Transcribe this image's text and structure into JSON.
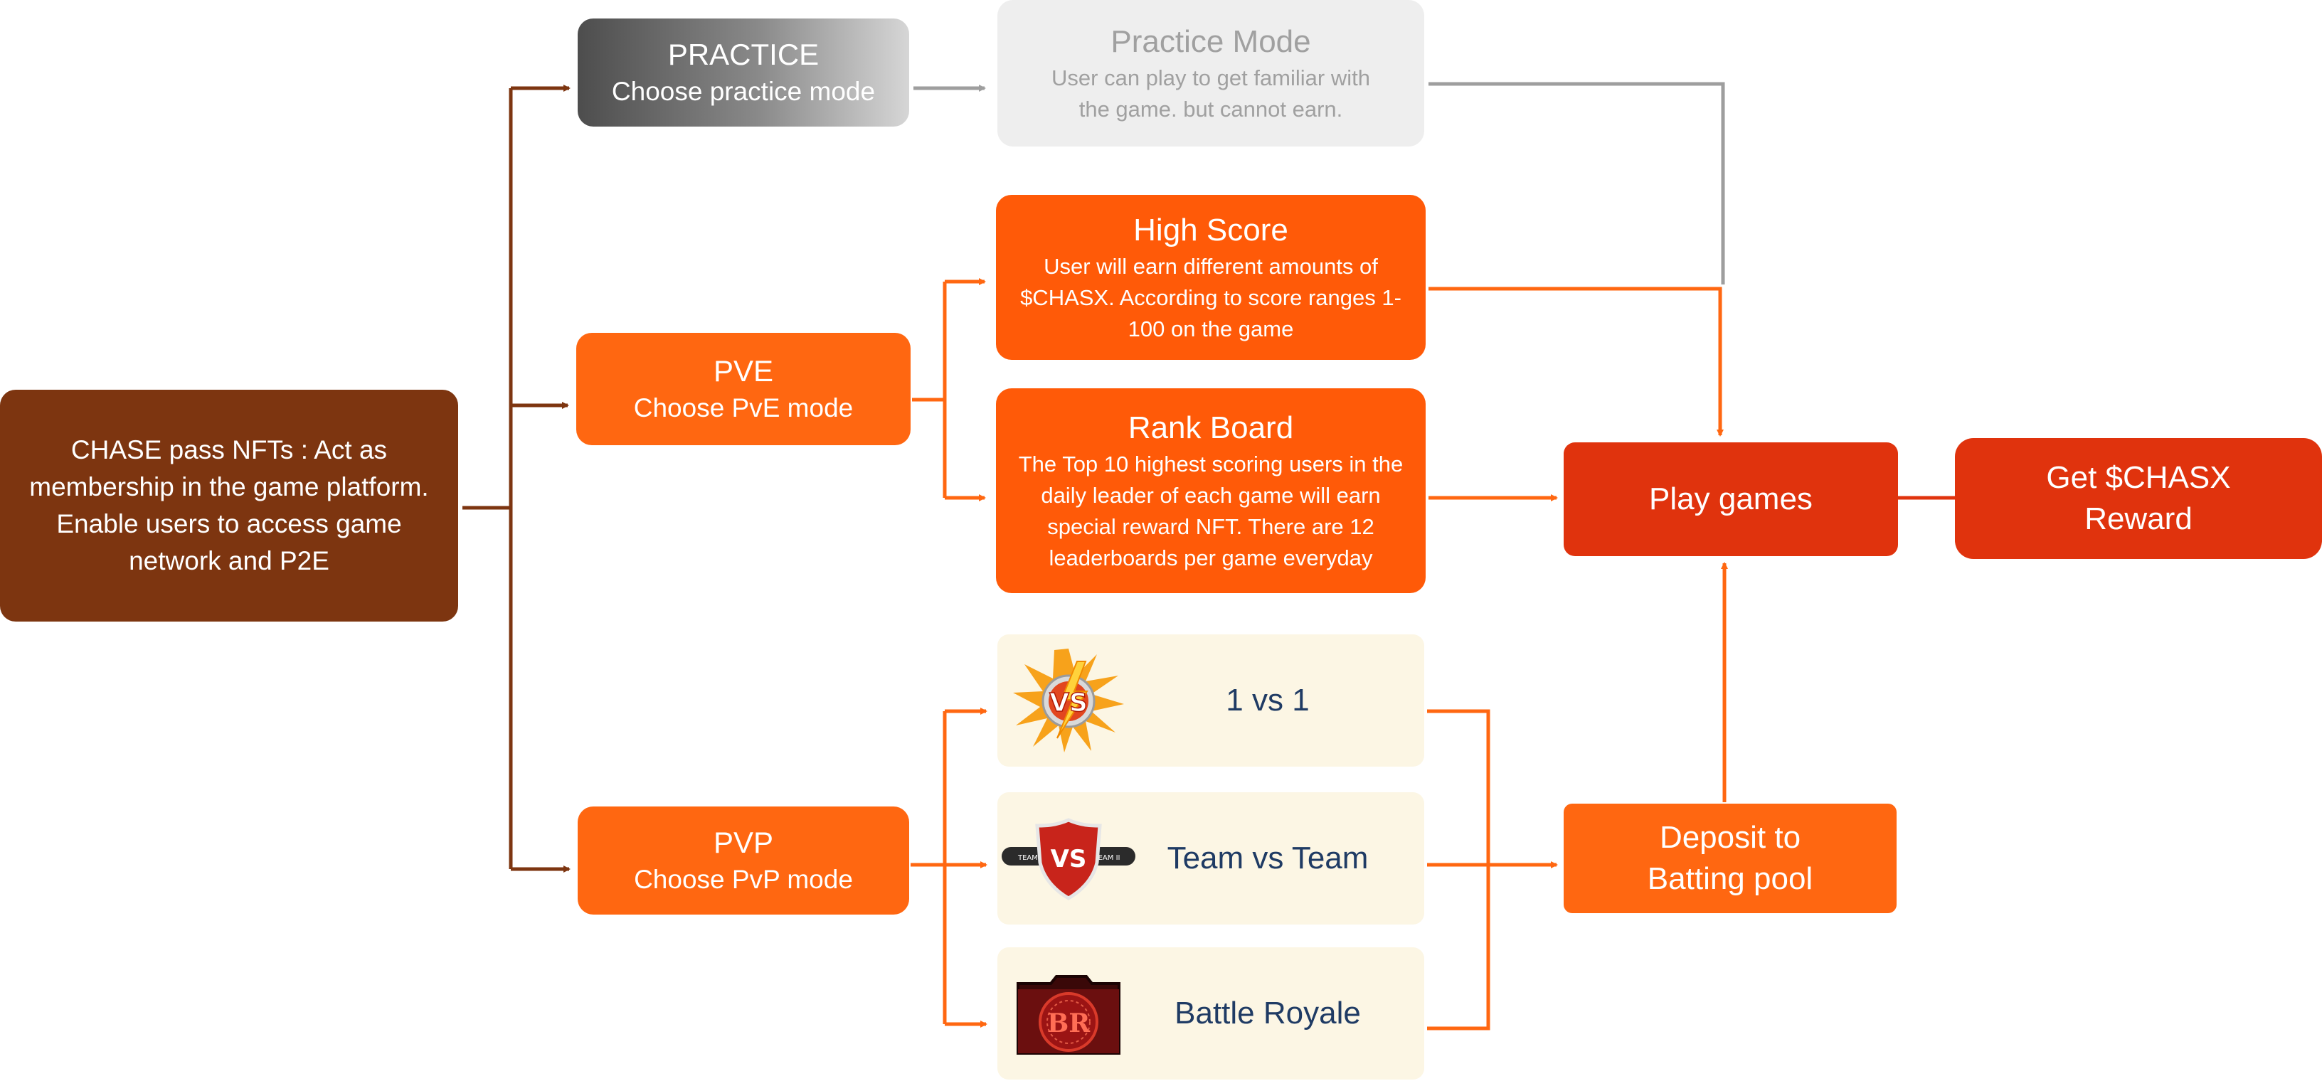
{
  "colors": {
    "root": "#7d3510",
    "root_connector": "#7d3510",
    "orange": "#ff6711",
    "pve_box": "#ff5a08",
    "play_red": "#e0330d",
    "gray_line": "#9e9e9e",
    "option_bg": "#fcf6e4",
    "option_text": "#1f3b64"
  },
  "root": {
    "lines": [
      "CHASE pass NFTs : Act as",
      "membership in the game platform.",
      "Enable users to access game",
      "network and P2E"
    ]
  },
  "practice": {
    "title": "PRACTICE",
    "subtitle": "Choose practice mode"
  },
  "practice_desc": {
    "title": "Practice Mode",
    "lines": [
      "User can play to get familiar with",
      "the game. but cannot earn."
    ]
  },
  "pve": {
    "title": "PVE",
    "subtitle": "Choose PvE mode"
  },
  "high_score": {
    "title": "High Score",
    "lines": [
      "User will earn different amounts of",
      "$CHASX. According to score ranges 1-",
      "100 on the game"
    ]
  },
  "rank_board": {
    "title": "Rank Board",
    "lines": [
      "The Top 10 highest scoring users in the",
      "daily leader of each game will earn",
      "special reward NFT. There are 12",
      "leaderboards per game everyday"
    ]
  },
  "pvp": {
    "title": "PVP",
    "subtitle": "Choose PvP mode"
  },
  "pvp_options": [
    {
      "label": "1 vs 1",
      "icon": "vs-burst-icon",
      "icon_text": "VS"
    },
    {
      "label": "Team vs Team",
      "icon": "team-vs-shield-icon",
      "icon_text": "VS",
      "icon_left": "TEAM I",
      "icon_right": "TEAM II"
    },
    {
      "label": "Battle Royale",
      "icon": "battle-royale-emblem-icon",
      "icon_text": "BR"
    }
  ],
  "play_games": {
    "label": "Play games"
  },
  "reward": {
    "lines": [
      "Get $CHASX",
      "Reward"
    ]
  },
  "deposit": {
    "lines": [
      "Deposit to",
      "Batting pool"
    ]
  }
}
